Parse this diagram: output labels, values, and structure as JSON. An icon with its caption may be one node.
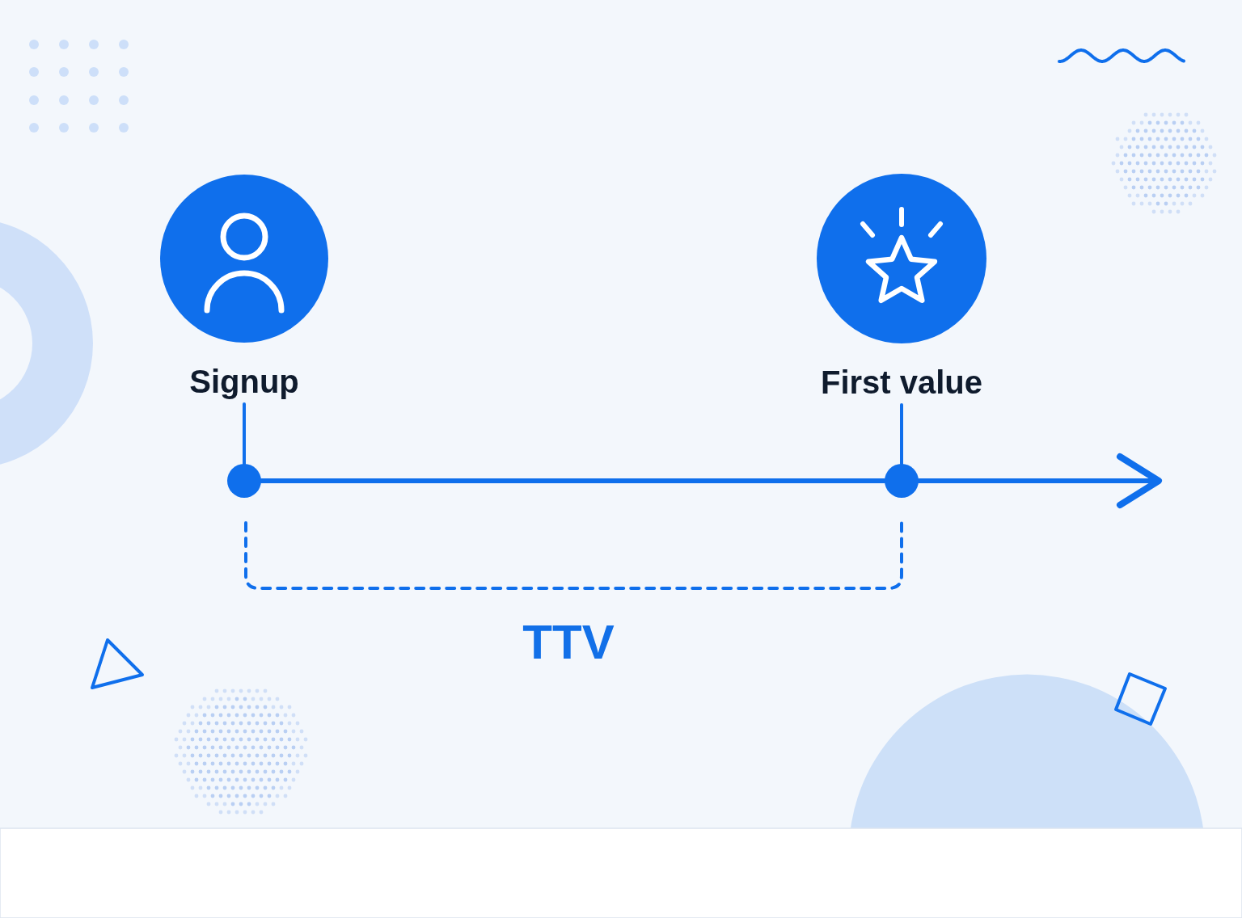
{
  "diagram": {
    "nodes": [
      {
        "text": [
          "Signup"
        ]
      },
      {
        "text": [
          "First value"
        ]
      },
      {
        "text": [],
        "shape": "circle"
      },
      {
        "text": [],
        "shape": "circle"
      }
    ],
    "edges": [
      {
        "from": 0,
        "to": 2,
        "arrow": "none"
      },
      {
        "from": 1,
        "to": 3,
        "arrow": "none"
      },
      {
        "from": 2,
        "to": 3,
        "arrow": "none"
      },
      {
        "from": 3,
        "to": null,
        "arrow": "to"
      }
    ],
    "labels": [
      "TTV"
    ]
  }
}
